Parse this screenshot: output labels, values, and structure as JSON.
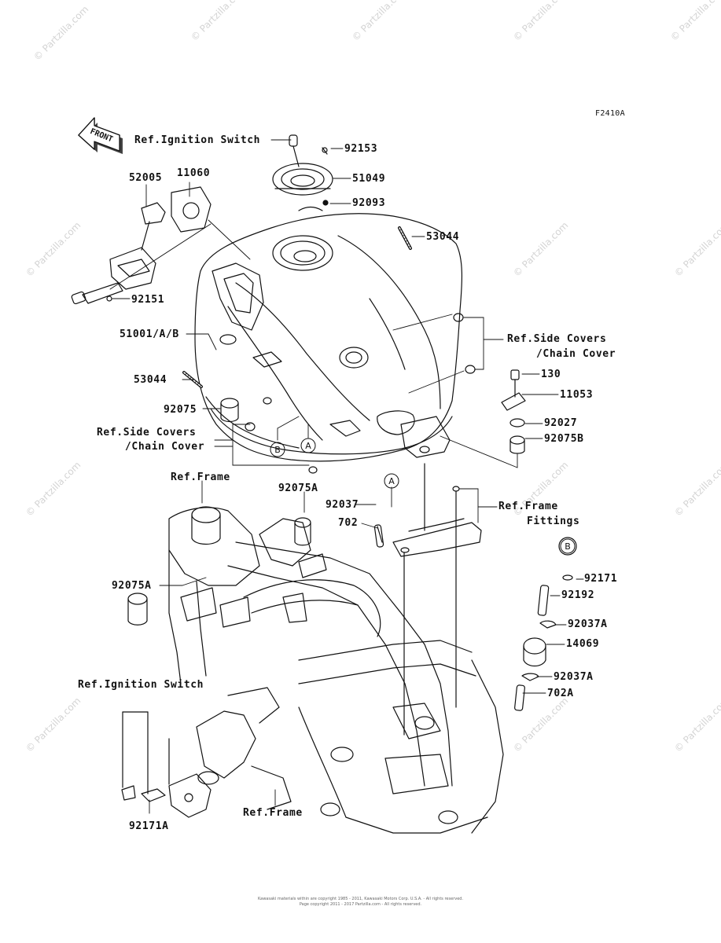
{
  "figure_code": "F2410A",
  "front_badge": "FRONT",
  "watermark": "© Partzilla.com",
  "callouts": {
    "ref_ignition_switch_top": "Ref.Ignition Switch",
    "p92153": "92153",
    "p51049": "51049",
    "p92093": "92093",
    "p52005": "52005",
    "p11060": "11060",
    "p53044_top": "53044",
    "p92151": "92151",
    "p51001": "51001/A/B",
    "ref_side_covers_right_1": "Ref.Side Covers",
    "ref_side_covers_right_2": "/Chain Cover",
    "p53044_left": "53044",
    "p130": "130",
    "p11053": "11053",
    "p92075": "92075",
    "p92027": "92027",
    "ref_side_covers_left_1": "Ref.Side Covers",
    "ref_side_covers_left_2": "/Chain Cover",
    "p92075B": "92075B",
    "ref_frame_top": "Ref.Frame",
    "p92075A_top": "92075A",
    "p92037": "92037",
    "ref_frame_fittings_1": "Ref.Frame",
    "ref_frame_fittings_2": "Fittings",
    "p702": "702",
    "p92075A_left": "92075A",
    "p92171": "92171",
    "p92192": "92192",
    "p92037A_1": "92037A",
    "p14069": "14069",
    "p92037A_2": "92037A",
    "p702A": "702A",
    "ref_ignition_switch_bottom": "Ref.Ignition Switch",
    "ref_frame_bottom": "Ref.Frame",
    "p92171A": "92171A"
  },
  "circle_markers": {
    "a1": "A",
    "b1": "B",
    "a2": "A",
    "b2": "B"
  },
  "copyright_line1": "Kawasaki materials within are copyright 1985 - 2011, Kawasaki Motors Corp. U.S.A. - All rights reserved.",
  "copyright_line2": "Page copyright 2011 - 2017 Partzilla.com - All rights reserved."
}
